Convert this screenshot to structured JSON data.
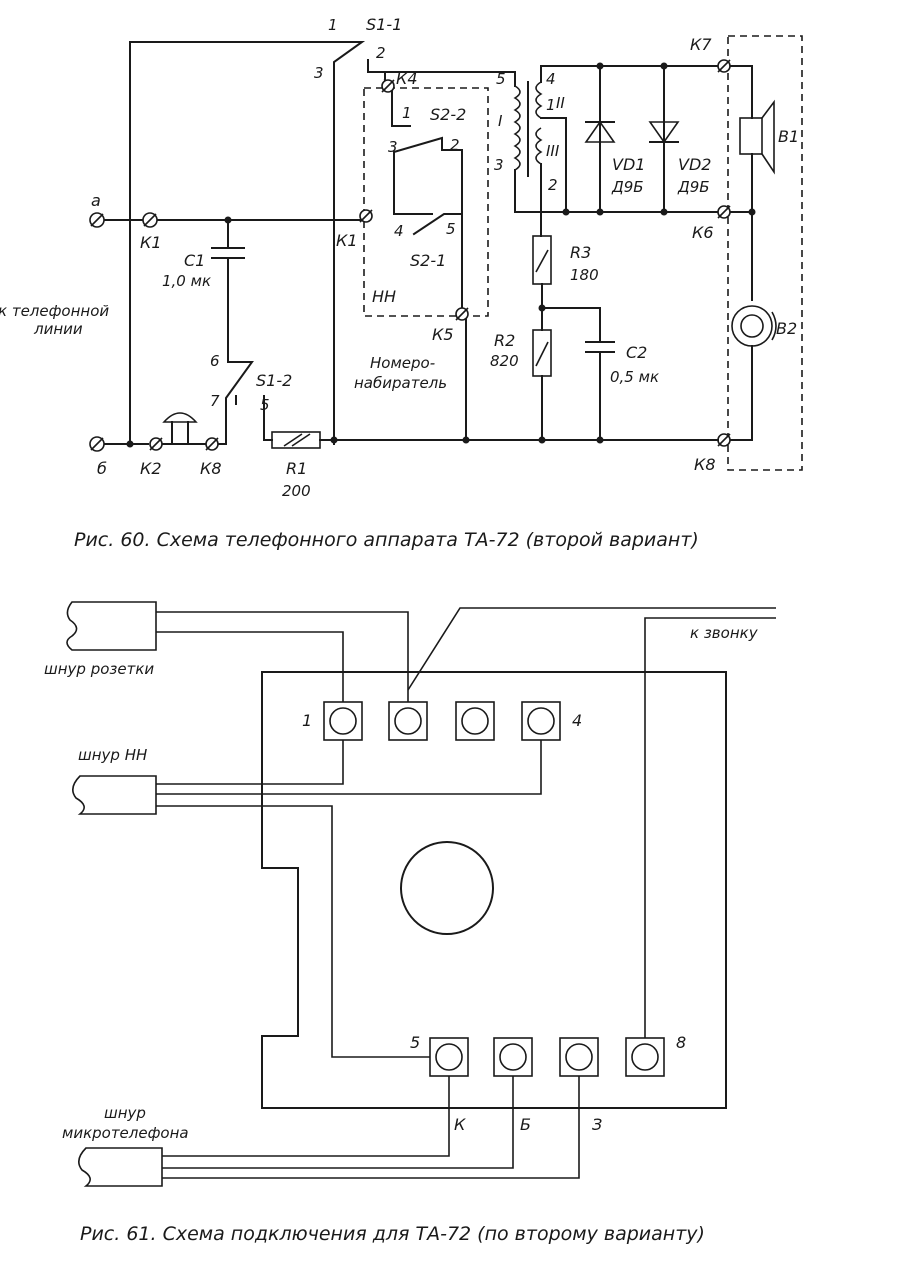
{
  "figure60": {
    "caption": "Рис. 60. Схема телефонного аппарата ТА-72 (второй вариант)",
    "line_label": "к телефонной линии",
    "terminal_a": "а",
    "terminal_b": "б",
    "k1": "К1",
    "k2": "К2",
    "k4": "К4",
    "k5": "К5",
    "k6": "К6",
    "k7": "К7",
    "k8": "К8",
    "s1_1": "S1-1",
    "s1_2": "S1-2",
    "s2_1": "S2-1",
    "s2_2": "S2-2",
    "c1": "C1",
    "c1_value": "1,0 мк",
    "c2": "C2",
    "c2_value": "0,5 мк",
    "r1": "R1",
    "r1_value": "200",
    "r2": "R2",
    "r2_value": "820",
    "r3": "R3",
    "r3_value": "180",
    "vd1": "VD1",
    "vd1_type": "Д9Б",
    "vd2": "VD2",
    "vd2_type": "Д9Б",
    "b1": "B1",
    "b2": "B2",
    "nn": "НН",
    "dialer_line1": "Номеро-",
    "dialer_line2": "набиратель",
    "pin_1": "1",
    "pin_2": "2",
    "pin_3": "3",
    "pin_4": "4",
    "pin_5": "5",
    "pin_6": "6",
    "pin_7": "7",
    "winding_I": "I",
    "winding_II": "II",
    "winding_III": "III"
  },
  "figure61": {
    "caption": "Рис. 61. Схема подключения для ТА-72 (по второму варианту)",
    "cord_socket": "шнур розетки",
    "cord_nn": "шнур НН",
    "cord_handset_line1": "шнур",
    "cord_handset_line2": "микротелефона",
    "to_bell": "к звонку",
    "terminal_1": "1",
    "terminal_4": "4",
    "terminal_5": "5",
    "terminal_8": "8",
    "wire_k": "К",
    "wire_b": "Б",
    "wire_z": "З"
  }
}
